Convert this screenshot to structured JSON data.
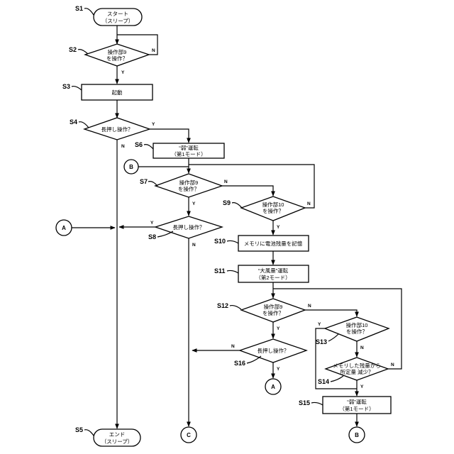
{
  "steps": {
    "s1": {
      "id": "S1",
      "line1": "スタート",
      "line2": "（スリープ）"
    },
    "s2": {
      "id": "S2",
      "line1": "操作部9",
      "line2": "を操作？",
      "yes": "Y",
      "no": "N"
    },
    "s3": {
      "id": "S3",
      "line1": "起動"
    },
    "s4": {
      "id": "S4",
      "line1": "長押し操作？",
      "yes": "Y",
      "no": "N"
    },
    "s5": {
      "id": "S5",
      "line1": "エンド",
      "line2": "（スリープ）"
    },
    "s6": {
      "id": "S6",
      "line1": "“弱”運転",
      "line2": "（第1モード）"
    },
    "s7": {
      "id": "S7",
      "line1": "操作部9",
      "line2": "を操作？",
      "yes": "Y",
      "no": "N"
    },
    "s8": {
      "id": "S8",
      "line1": "長押し操作？",
      "yes": "Y",
      "no": "N"
    },
    "s9": {
      "id": "S9",
      "line1": "操作部10",
      "line2": "を操作？",
      "yes": "Y",
      "no": "N"
    },
    "s10": {
      "id": "S10",
      "line1": "メモリに電池残量を記憶"
    },
    "s11": {
      "id": "S11",
      "line1": "“大風量”運転",
      "line2": "（第2モード）"
    },
    "s12": {
      "id": "S12",
      "line1": "操作部9",
      "line2": "を操作？",
      "yes": "Y",
      "no": "N"
    },
    "s13": {
      "id": "S13",
      "line1": "操作部10",
      "line2": "を操作？",
      "yes": "Y",
      "no": "N"
    },
    "s14": {
      "id": "S14",
      "line1": "メモリした残量から",
      "line2": "所定量 減少？",
      "yes": "Y",
      "no": "N"
    },
    "s15": {
      "id": "S15",
      "line1": "“弱”運転",
      "line2": "（第1モード）"
    },
    "s16": {
      "id": "S16",
      "line1": "長押し操作？",
      "yes": "Y",
      "no": "N"
    }
  },
  "connectors": {
    "a": "A",
    "b": "B",
    "c": "C"
  }
}
